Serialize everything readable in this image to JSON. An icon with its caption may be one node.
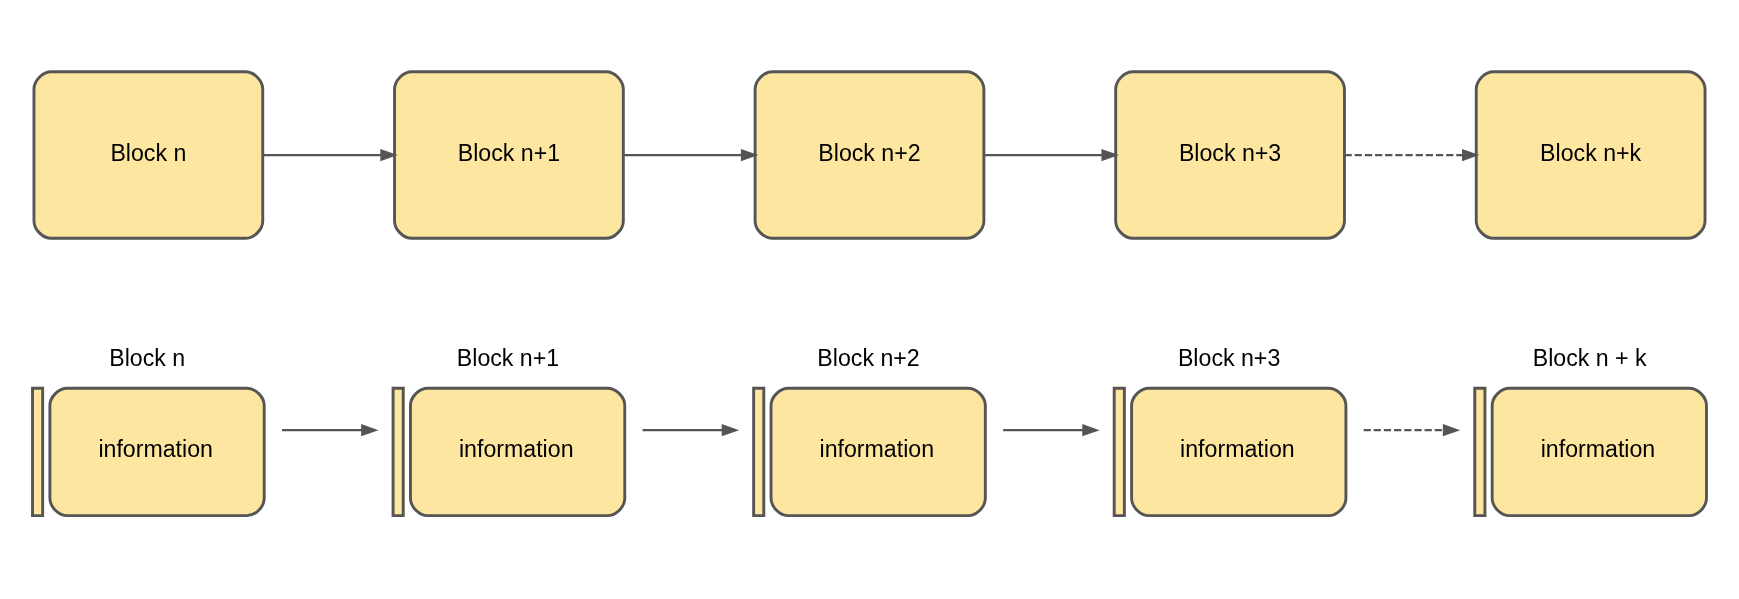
{
  "diagram": {
    "nodes": [
      {
        "text": [
          "Block n"
        ]
      },
      {
        "text": [
          "Block n+1"
        ]
      },
      {
        "text": [
          "Block n+2"
        ]
      },
      {
        "text": [
          "Block n+3"
        ]
      },
      {
        "text": [
          "Block n+k"
        ]
      },
      {
        "text": [
          "Block n",
          "information"
        ]
      },
      {
        "text": [
          "Block n+1",
          "information"
        ]
      },
      {
        "text": [
          "Block n+2",
          "information"
        ]
      },
      {
        "text": [
          "Block n+3",
          "information"
        ]
      },
      {
        "text": [
          "Block n + k",
          "information"
        ]
      }
    ],
    "edges": [
      {
        "from": 0,
        "to": 1,
        "arrow": "to"
      },
      {
        "from": 1,
        "to": 2,
        "arrow": "to"
      },
      {
        "from": 2,
        "to": 3,
        "arrow": "to"
      },
      {
        "from": 3,
        "to": 4,
        "arrow": "to",
        "style": "dashed"
      },
      {
        "from": 5,
        "to": 6,
        "arrow": "to"
      },
      {
        "from": 6,
        "to": 7,
        "arrow": "to"
      },
      {
        "from": 7,
        "to": 8,
        "arrow": "to"
      },
      {
        "from": 8,
        "to": 9,
        "arrow": "to",
        "style": "dashed"
      }
    ]
  }
}
